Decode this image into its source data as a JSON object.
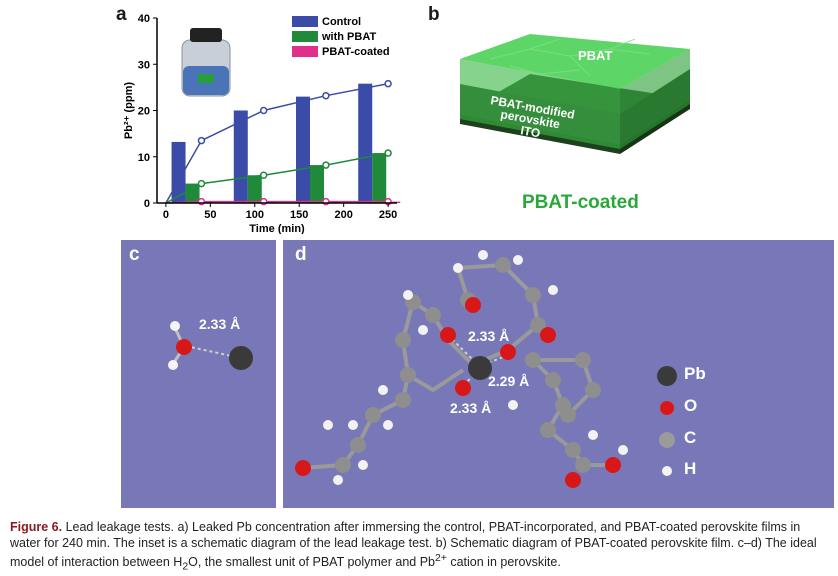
{
  "panels": {
    "a": "a",
    "b": "b",
    "c": "c",
    "d": "d"
  },
  "chart_data": {
    "type": "bar",
    "categories": [
      30,
      100,
      170,
      240
    ],
    "x_unit": "min",
    "xlabel": "Time (min)",
    "ylabel": "Pb²⁺ (ppm)",
    "xlim": [
      -10,
      260
    ],
    "ylim": [
      0,
      40
    ],
    "xticks": [
      0,
      50,
      100,
      150,
      200,
      250
    ],
    "yticks": [
      0,
      10,
      20,
      30,
      40
    ],
    "legend_position": "top-right",
    "series": [
      {
        "name": "Control",
        "color": "#3b4ba8",
        "values": [
          13.2,
          20.0,
          23.0,
          25.8
        ],
        "line": [
          [
            0,
            0
          ],
          [
            40,
            13.5
          ],
          [
            110,
            20
          ],
          [
            180,
            23.2
          ],
          [
            250,
            25.8
          ]
        ]
      },
      {
        "name": "with PBAT",
        "color": "#1e8a3a",
        "values": [
          4.2,
          6.0,
          8.2,
          10.8
        ],
        "line": [
          [
            0,
            0
          ],
          [
            40,
            4.2
          ],
          [
            110,
            6.0
          ],
          [
            180,
            8.2
          ],
          [
            250,
            10.8
          ]
        ]
      },
      {
        "name": "PBAT-coated",
        "color": "#e0308a",
        "values": [
          0.3,
          0.3,
          0.3,
          0.3
        ],
        "line": [
          [
            0,
            0
          ],
          [
            40,
            0.3
          ],
          [
            110,
            0.3
          ],
          [
            180,
            0.3
          ],
          [
            250,
            0.3
          ]
        ]
      }
    ]
  },
  "panel_b": {
    "layers": [
      "PBAT",
      "PBAT-modified perovskite",
      "ITO"
    ],
    "caption": "PBAT-coated"
  },
  "panel_c": {
    "distance": "2.33 Å"
  },
  "panel_d": {
    "distances": [
      "2.33 Å",
      "2.29 Å",
      "2.33 Å"
    ],
    "legend": [
      {
        "label": "Pb",
        "color": "#444444"
      },
      {
        "label": "O",
        "color": "#d81818"
      },
      {
        "label": "C",
        "color": "#9a9a9a"
      },
      {
        "label": "H",
        "color": "#ffffff"
      }
    ]
  },
  "caption": {
    "label": "Figure 6.",
    "text_1": "Lead leakage tests. a) Leaked Pb concentration after immersing the control, PBAT-incorporated, and PBAT-coated perovskite films in water for 240 min. The inset is a schematic diagram of the lead leakage test. b) Schematic diagram of PBAT-coated perovskite film. c–d) The ideal model of interaction between H",
    "sub_2": "2",
    "text_2": "O, the smallest unit of PBAT polymer and Pb",
    "sup": "2+",
    "text_3": " cation in perovskite."
  }
}
